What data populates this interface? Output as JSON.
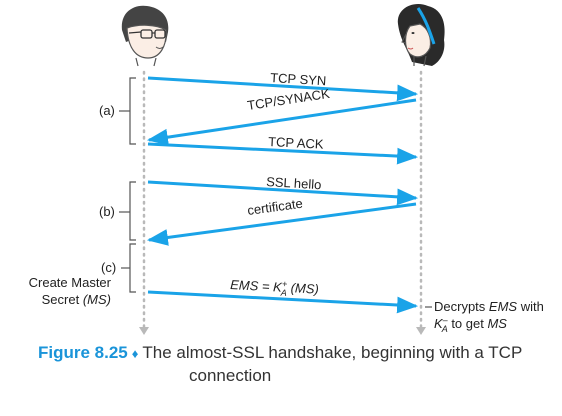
{
  "colors": {
    "arrow": "#1aa3e8",
    "lifeline": "#b9b9b9",
    "figure_label": "#1a94d9"
  },
  "icons": {
    "left": "person-with-glasses-icon",
    "right": "woman-with-headband-icon"
  },
  "messages": [
    {
      "label": "TCP SYN",
      "direction": "to-right"
    },
    {
      "label": "TCP/SYNACK",
      "direction": "to-left"
    },
    {
      "label": "TCP ACK",
      "direction": "to-right"
    },
    {
      "label": "SSL hello",
      "direction": "to-right"
    },
    {
      "label": "certificate",
      "direction": "to-left"
    },
    {
      "label": "EMS = K_A^+ (MS)",
      "direction": "to-right"
    }
  ],
  "phases": {
    "a": "(a)",
    "b": "(b)",
    "c": "(c)"
  },
  "create_secret": {
    "line1": "Create Master",
    "line2_prefix": "Secret",
    "line2_ms": "(MS)"
  },
  "ems_label": {
    "ems": "EMS",
    "eq": " = K",
    "sub": "A",
    "sup": "+",
    "ms": " (MS)"
  },
  "decrypt": {
    "line1_prefix": "Decrypts ",
    "line1_ems": "EMS",
    "line1_suffix": " with",
    "k": "K",
    "sub": "A",
    "sup": "–",
    "line2_mid": " to get ",
    "line2_ms": "MS"
  },
  "caption": {
    "label": "Figure 8.25",
    "diamond": "♦",
    "text": "The almost-SSL handshake, beginning with a TCP",
    "text2": "connection"
  }
}
